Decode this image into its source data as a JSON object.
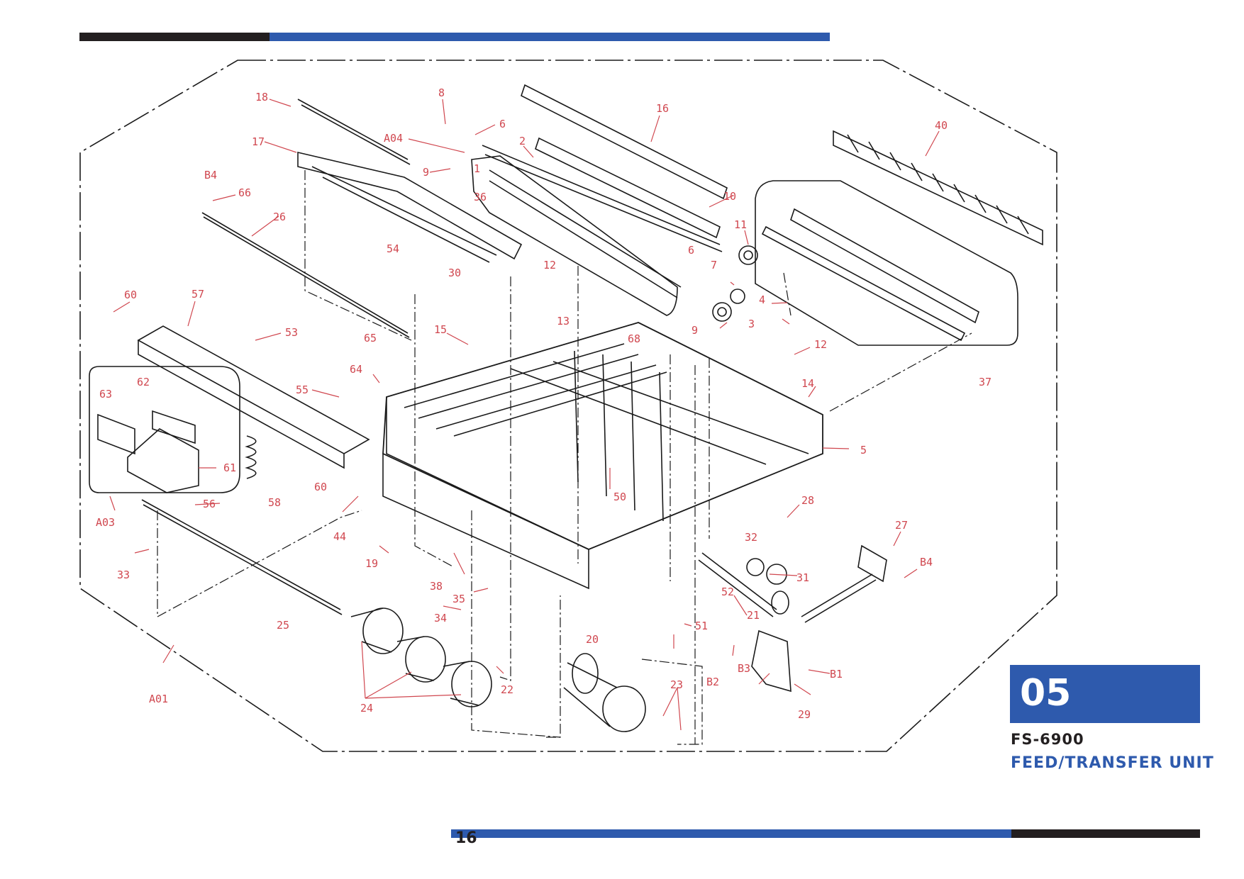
{
  "section": {
    "number": "05",
    "model": "FS-6900",
    "title": "FEED/TRANSFER UNIT"
  },
  "page": {
    "number": "16"
  },
  "colors": {
    "accent_blue": "#2e5aad",
    "dark": "#231f20",
    "callout": "#d0474f"
  },
  "diagram": {
    "callouts": [
      "18",
      "8",
      "6",
      "A04",
      "2",
      "16",
      "40",
      "17",
      "9",
      "1",
      "36",
      "10",
      "B4",
      "66",
      "26",
      "11",
      "54",
      "30",
      "12",
      "6",
      "7",
      "4",
      "60",
      "57",
      "53",
      "15",
      "13",
      "9",
      "3",
      "65",
      "68",
      "12",
      "64",
      "14",
      "37",
      "63",
      "62",
      "55",
      "5",
      "61",
      "60",
      "50",
      "28",
      "56",
      "58",
      "A03",
      "44",
      "27",
      "32",
      "33",
      "19",
      "31",
      "B4",
      "38",
      "52",
      "35",
      "21",
      "34",
      "51",
      "25",
      "20",
      "B3",
      "B2",
      "22",
      "23",
      "B1",
      "A01",
      "24",
      "29"
    ]
  }
}
